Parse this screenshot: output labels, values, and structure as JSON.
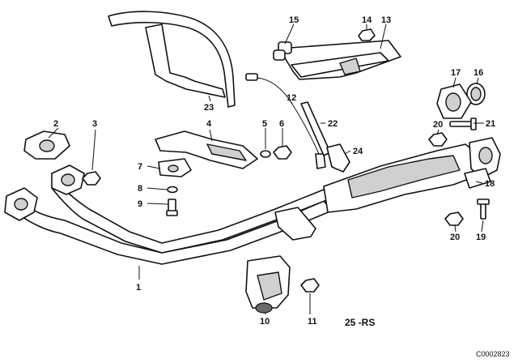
{
  "diagram": {
    "callouts": [
      "1",
      "2",
      "3",
      "4",
      "5",
      "6",
      "7",
      "8",
      "9",
      "10",
      "11",
      "12",
      "13",
      "14",
      "15",
      "16",
      "17",
      "18",
      "19",
      "20",
      "20",
      "21",
      "22",
      "23",
      "24"
    ],
    "reference_label": "25 -RS",
    "drawing_code": "C0002823"
  }
}
